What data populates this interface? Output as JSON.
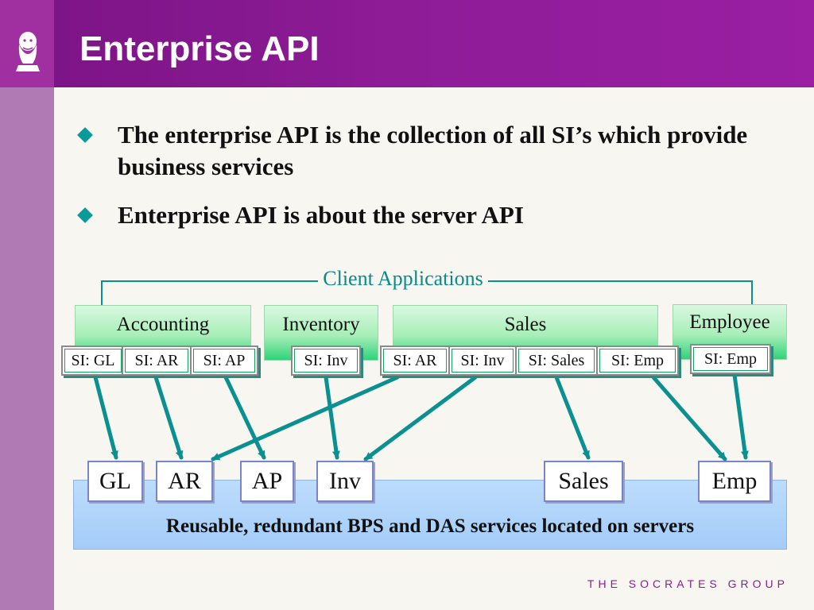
{
  "slide": {
    "title": "Enterprise API",
    "bullets": [
      "The enterprise API is the collection of all SI’s which provide business services",
      "Enterprise API is about the server API"
    ],
    "footer": "THE SOCRATES GROUP"
  },
  "diagram": {
    "client_label": "Client Applications",
    "apps": [
      {
        "label": "Accounting",
        "interfaces": [
          "SI: GL",
          "SI: AR",
          "SI: AP"
        ]
      },
      {
        "label": "Inventory",
        "interfaces": [
          "SI: Inv"
        ]
      },
      {
        "label": "Sales",
        "interfaces": [
          "SI: AR",
          "SI: Inv",
          "SI: Sales",
          "SI: Emp"
        ]
      },
      {
        "label": "Employee",
        "interfaces": [
          "SI: Emp"
        ]
      }
    ],
    "servers": [
      "GL",
      "AR",
      "AP",
      "Inv",
      "Sales",
      "Emp"
    ],
    "server_area_label": "Reusable, redundant BPS and DAS services located on servers",
    "connections": [
      [
        "SI: GL",
        "GL"
      ],
      [
        "SI: AR",
        "AR"
      ],
      [
        "SI: AP",
        "AP"
      ],
      [
        "SI: Inv",
        "Inv"
      ],
      [
        "SI: AR",
        "AR"
      ],
      [
        "SI: Inv",
        "Inv"
      ],
      [
        "SI: Sales",
        "Sales"
      ],
      [
        "SI: Emp",
        "Emp"
      ],
      [
        "SI: Emp",
        "Emp"
      ]
    ],
    "colors": {
      "header": "#8e1c97",
      "accent": "#0a9a9a",
      "app_box": "#a8eeb8",
      "server_area": "#a4ccf8",
      "server_border": "#7a84c8"
    }
  }
}
